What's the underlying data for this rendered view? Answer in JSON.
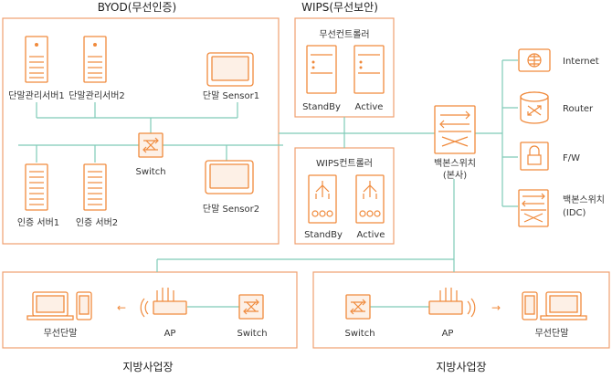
{
  "sections": {
    "byod_title": "BYOD(무선인증)",
    "wips_title": "WIPS(무선보안)",
    "branch1_title": "지방사업장",
    "branch2_title": "지방사업장"
  },
  "byod": {
    "server1": "단말관리서버1",
    "server2": "단말관리서버2",
    "sensor1": "단말 Sensor1",
    "switch": "Switch",
    "auth1": "인증 서버1",
    "auth2": "인증 서버2",
    "sensor2": "단말 Sensor2"
  },
  "wips": {
    "controller_top_title": "무선컨트롤러",
    "standby_top": "StandBy",
    "active_top": "Active",
    "controller_bottom_title": "WIPS컨트롤러",
    "standby_bottom": "StandBy",
    "active_bottom": "Active"
  },
  "core": {
    "backbone": "백본스위치",
    "backbone_sub": "(본사)"
  },
  "right": {
    "internet": "Internet",
    "router": "Router",
    "fw": "F/W",
    "idc1": "백본스위치",
    "idc2": "(IDC)"
  },
  "branch1": {
    "terminal": "무선단말",
    "ap": "AP",
    "switch": "Switch"
  },
  "branch2": {
    "switch": "Switch",
    "ap": "AP",
    "terminal": "무선단말"
  },
  "colors": {
    "accent": "#f08a3c",
    "line": "#7fcab8",
    "box": "#f0a070"
  }
}
